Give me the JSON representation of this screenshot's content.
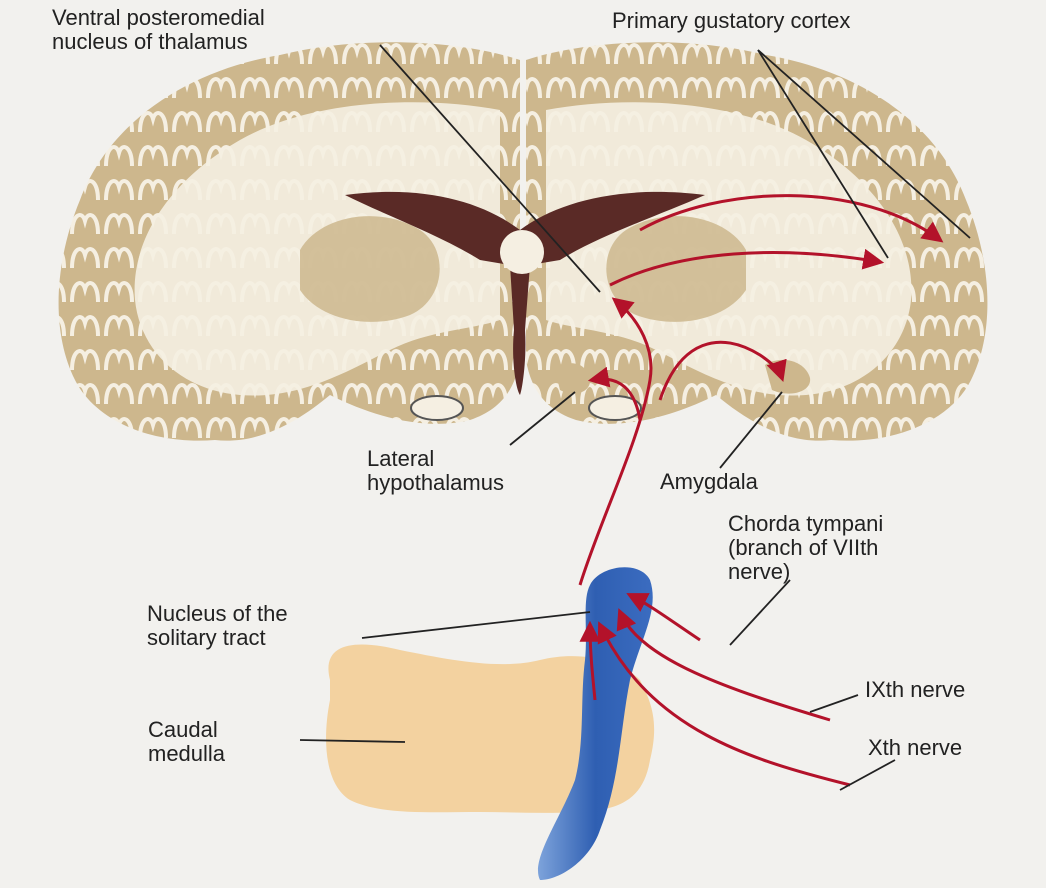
{
  "labels": {
    "vpm": [
      "Ventral posteromedial",
      "nucleus of thalamus"
    ],
    "gustatory": [
      "Primary gustatory cortex"
    ],
    "lateral_hypothalamus": [
      "Lateral",
      "hypothalamus"
    ],
    "amygdala": [
      "Amygdala"
    ],
    "chorda_tympani": [
      "Chorda tympani",
      "(branch of VIIth",
      "nerve)"
    ],
    "nts": [
      "Nucleus of the",
      "solitary tract"
    ],
    "caudal_medulla": [
      "Caudal",
      "medulla"
    ],
    "ixth_nerve": [
      "IXth nerve"
    ],
    "xth_nerve": [
      "Xth nerve"
    ]
  },
  "colors": {
    "background": "#f2f1ee",
    "cortex_tan": "#cdb78d",
    "white_matter": "#f5efe2",
    "ventricle": "#5a2a26",
    "medulla": "#f3d2a0",
    "nts_blue": "#2f5fb2",
    "pathway_red": "#b3122a",
    "leader_line": "#222222"
  }
}
